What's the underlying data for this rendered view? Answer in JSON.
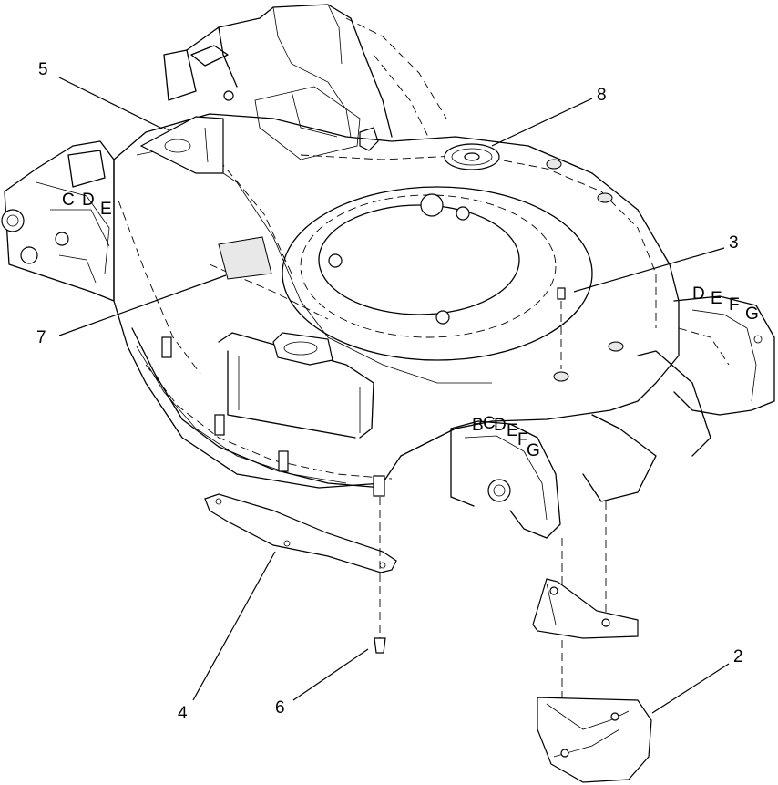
{
  "diagram": {
    "callouts": [
      {
        "id": "2",
        "label": "2"
      },
      {
        "id": "3",
        "label": "3"
      },
      {
        "id": "4",
        "label": "4"
      },
      {
        "id": "5",
        "label": "5"
      },
      {
        "id": "6",
        "label": "6"
      },
      {
        "id": "7",
        "label": "7"
      },
      {
        "id": "8",
        "label": "8"
      }
    ],
    "height_markings_left": [
      "C",
      "D",
      "E"
    ],
    "height_markings_front": [
      "B",
      "C",
      "D",
      "E",
      "F",
      "G"
    ],
    "height_markings_right": [
      "D",
      "E",
      "F",
      "G"
    ]
  }
}
